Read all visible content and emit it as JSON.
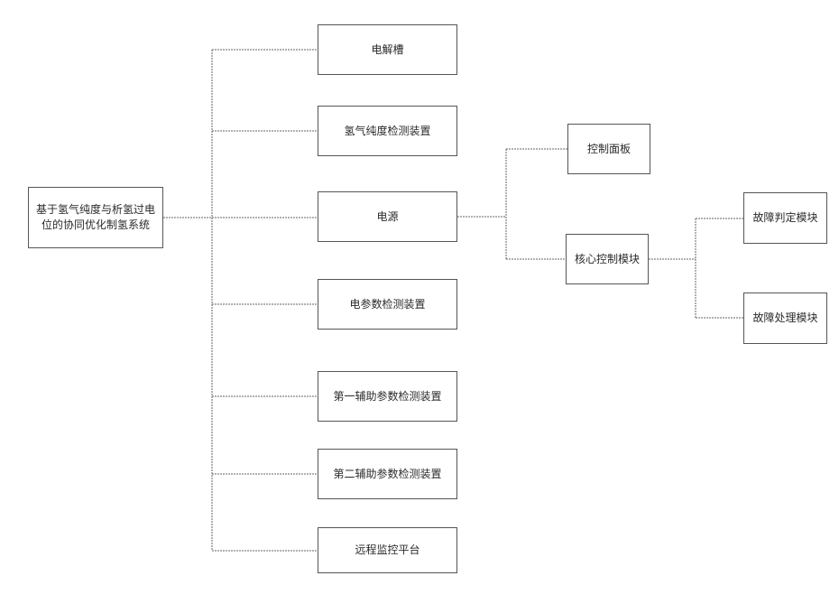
{
  "diagram": {
    "root": {
      "label": "基于氢气纯度与析氢过电位的协同优化制氢系统"
    },
    "components": [
      {
        "label": "电解槽"
      },
      {
        "label": "氢气纯度检测装置"
      },
      {
        "label": "电源"
      },
      {
        "label": "电参数检测装置"
      },
      {
        "label": "第一辅助参数检测装置"
      },
      {
        "label": "第二辅助参数检测装置"
      },
      {
        "label": "远程监控平台"
      }
    ],
    "power_modules": [
      {
        "label": "控制面板"
      },
      {
        "label": "核心控制模块"
      }
    ],
    "fault_modules": [
      {
        "label": "故障判定模块"
      },
      {
        "label": "故障处理模块"
      }
    ]
  }
}
